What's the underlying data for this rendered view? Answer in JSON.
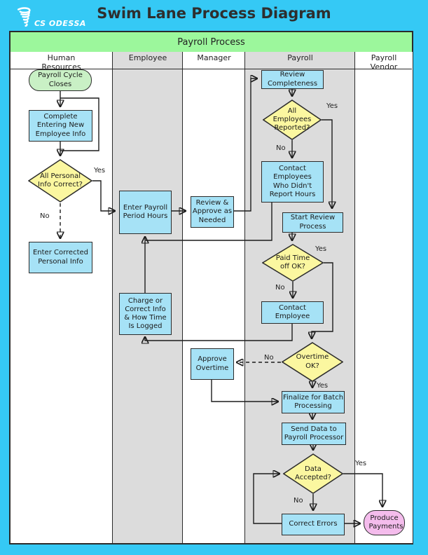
{
  "header": {
    "logo_text": "CS ODESSA",
    "title": "Swim Lane Process Diagram"
  },
  "band": {
    "title": "Payroll Process"
  },
  "lanes": [
    {
      "label": "Human Resources"
    },
    {
      "label": "Employee"
    },
    {
      "label": "Manager"
    },
    {
      "label": "Payroll"
    },
    {
      "label": "Payroll Vendor"
    }
  ],
  "nodes": {
    "payroll_cycle_closes": {
      "label": "Payroll Cycle Closes",
      "type": "start",
      "lane": "Human Resources"
    },
    "complete_entering_new_employee_info": {
      "label": "Complete Entering New Employee Info",
      "type": "process",
      "lane": "Human Resources"
    },
    "all_personal_info_correct": {
      "label": "All Personal Info Correct?",
      "type": "decision",
      "lane": "Human Resources"
    },
    "enter_corrected_personal_info": {
      "label": "Enter Corrected Personal Info",
      "type": "process",
      "lane": "Human Resources"
    },
    "enter_payroll_period_hours": {
      "label": "Enter Payroll Period Hours",
      "type": "process",
      "lane": "Employee"
    },
    "charge_or_correct_info": {
      "label": "Charge or Correct Info & How Time Is Logged",
      "type": "process",
      "lane": "Employee"
    },
    "review_approve_as_needed": {
      "label": "Review & Approve as Needed",
      "type": "process",
      "lane": "Manager"
    },
    "approve_overtime": {
      "label": "Approve Overtime",
      "type": "process",
      "lane": "Manager"
    },
    "review_completeness": {
      "label": "Review Completeness",
      "type": "process",
      "lane": "Payroll"
    },
    "all_employees_reported": {
      "label": "All Employees Reported?",
      "type": "decision",
      "lane": "Payroll"
    },
    "contact_employees_who_didnt_report_hours": {
      "label": "Contact Employees Who Didn't Report Hours",
      "type": "process",
      "lane": "Payroll"
    },
    "start_review_process": {
      "label": "Start Review Process",
      "type": "process",
      "lane": "Payroll"
    },
    "paid_time_off_ok": {
      "label": "Paid Time off OK?",
      "type": "decision",
      "lane": "Payroll"
    },
    "contact_employee": {
      "label": "Contact Employee",
      "type": "process",
      "lane": "Payroll"
    },
    "overtime_ok": {
      "label": "Overtime OK?",
      "type": "decision",
      "lane": "Payroll"
    },
    "finalize_for_batch_processing": {
      "label": "Finalize for Batch Processing",
      "type": "process",
      "lane": "Payroll"
    },
    "send_data_to_payroll_processor": {
      "label": "Send Data to Payroll Processor",
      "type": "process",
      "lane": "Payroll"
    },
    "data_accepted": {
      "label": "Data Accepted?",
      "type": "decision",
      "lane": "Payroll"
    },
    "correct_errors": {
      "label": "Correct Errors",
      "type": "process",
      "lane": "Payroll"
    },
    "produce_payments": {
      "label": "Produce Payments",
      "type": "terminator",
      "lane": "Payroll Vendor"
    }
  },
  "edge_labels": {
    "personal_info_yes": "Yes",
    "personal_info_no": "No",
    "employees_reported_yes": "Yes",
    "employees_reported_no": "No",
    "paid_time_off_yes": "Yes",
    "paid_time_off_no": "No",
    "overtime_no": "No",
    "overtime_yes": "Yes",
    "data_accepted_yes": "Yes",
    "data_accepted_no": "No"
  },
  "colors": {
    "canvas": "#35C9F5",
    "band_green": "#9CF79C",
    "lane_gray": "#DCDCDC",
    "process_blue": "#A6E2F6",
    "decision_yellow": "#FBF7A0",
    "start_green": "#C9F0C5",
    "terminator_pink": "#F4BCEC",
    "line": "#1C1C1C"
  }
}
